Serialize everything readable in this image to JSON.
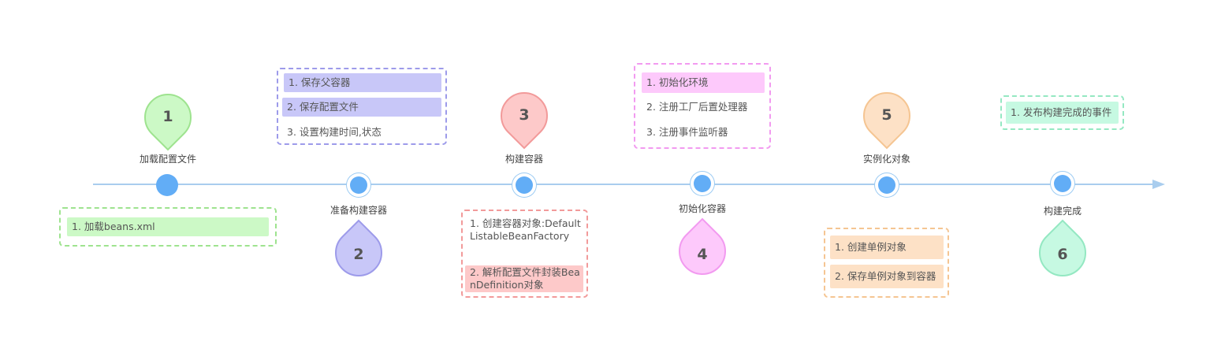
{
  "timeline": {
    "steps": [
      {
        "number": "1",
        "label": "加载配置文件",
        "details": [
          "1. 加载beans.xml"
        ]
      },
      {
        "number": "2",
        "label": "准备构建容器",
        "details": [
          "1. 保存父容器",
          "2. 保存配置文件",
          "3. 设置构建时间,状态"
        ]
      },
      {
        "number": "3",
        "label": "构建容器",
        "details": [
          "1. 创建容器对象:DefaultListableBeanFactory",
          "2. 解析配置文件封装BeanDefinition对象"
        ]
      },
      {
        "number": "4",
        "label": "初始化容器",
        "details": [
          "1. 初始化环境",
          "2. 注册工厂后置处理器",
          "3. 注册事件监听器"
        ]
      },
      {
        "number": "5",
        "label": "实例化对象",
        "details": [
          "1. 创建单例对象",
          "2. 保存单例对象到容器"
        ]
      },
      {
        "number": "6",
        "label": "构建完成",
        "details": [
          "1. 发布构建完成的事件"
        ]
      }
    ]
  },
  "colors": {
    "axis": "#a9cdee",
    "node": "#62adf6",
    "step1": "#ccf9c6",
    "step2": "#c8c7f8",
    "step3": "#fdc9c9",
    "step4": "#fdc9fb",
    "step5": "#fde1c6",
    "step6": "#c6f9e2"
  }
}
